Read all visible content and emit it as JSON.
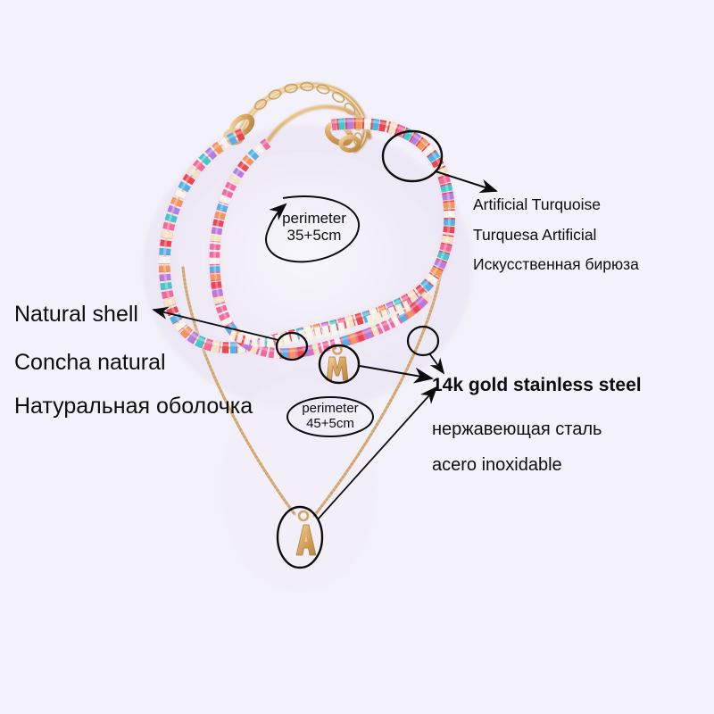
{
  "image": {
    "subject": "beaded-layered-necklace-product-diagram",
    "background_color": "#f3f2fb"
  },
  "annotations": {
    "shell": {
      "lines": [
        "Natural shell",
        "Concha natural",
        "Натуральная оболочка"
      ]
    },
    "turquoise": {
      "lines": [
        "Artificial Turquoise",
        "Turquesa Artificial",
        "Искусственная бирюза"
      ]
    },
    "steel": {
      "lines": [
        "14k gold stainless steel",
        "нержавеющая сталь",
        "acero inoxidable"
      ]
    }
  },
  "callouts": {
    "upper": {
      "label": "perimeter",
      "value": "35+5cm"
    },
    "lower": {
      "label": "perimeter",
      "value": "45+5cm"
    }
  },
  "pendants": {
    "letter_upper": "M",
    "letter_lower": "A"
  },
  "colors": {
    "gold": "#d8a75f",
    "gold_light": "#efc98c",
    "bead_red": "#e8474f",
    "bead_pink": "#f06a9c",
    "bead_blue": "#4fb3e8",
    "bead_turquoise": "#3fc8d0",
    "bead_orange": "#f4955c",
    "bead_purple": "#b47ce0",
    "bead_white": "#f7f3ec",
    "bead_cream": "#f2e3c4",
    "line": "#101010"
  }
}
